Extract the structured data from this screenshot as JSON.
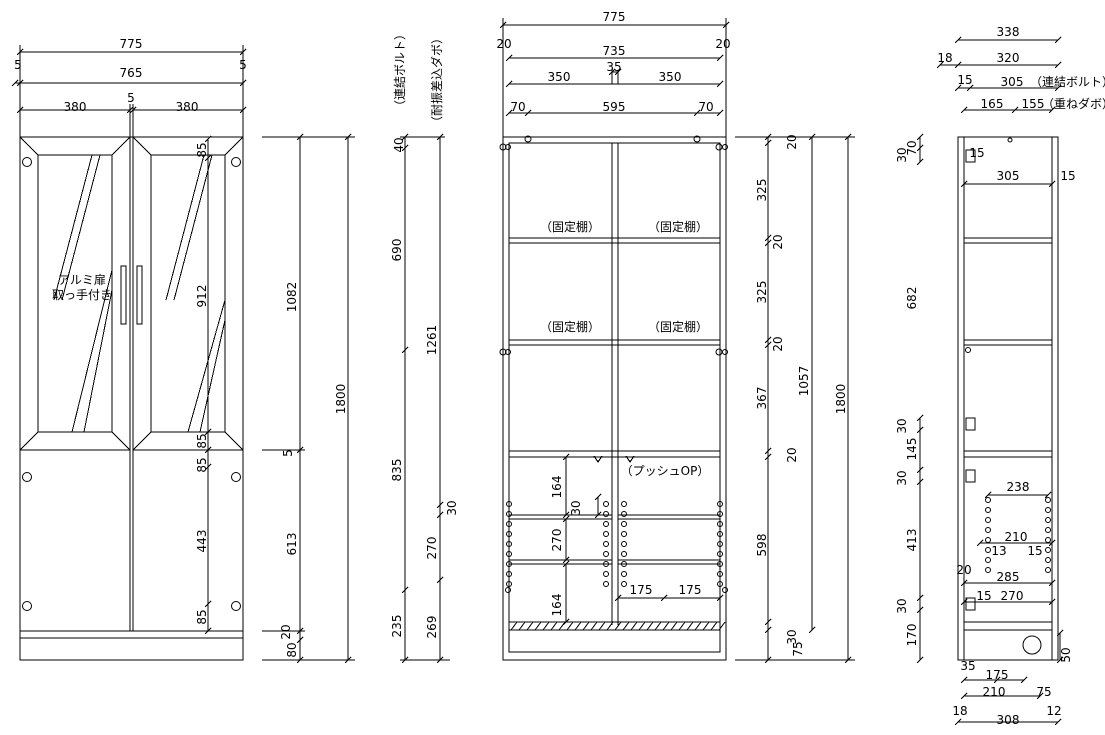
{
  "labels": {
    "door": [
      "アルミ扉",
      "取っ手付き"
    ],
    "col_bolt": "（連結ボルト）",
    "col_dowel": "（耐振差込ダボ）",
    "fixed_shelf": "（固定棚）",
    "push_open": "（プッシュOP）",
    "side_bolt": "（連結ボルト）",
    "side_stack": "（重ねダボ）"
  },
  "front": {
    "w775": "775",
    "w765": "765",
    "l5": "5",
    "r5": "5",
    "c5": "5",
    "w380a": "380",
    "w380b": "380",
    "h85a": "85",
    "h912": "912",
    "h85b": "85",
    "h85c": "85",
    "h443": "443",
    "h85d": "85",
    "h1082": "1082",
    "m5": "5",
    "h613": "613",
    "h20": "20",
    "h80": "80",
    "h1800": "1800"
  },
  "mid": {
    "h40": "40",
    "h690": "690",
    "h1261": "1261",
    "h835": "835",
    "h30": "30",
    "h270": "270",
    "h235": "235",
    "h269": "269"
  },
  "interior": {
    "w775": "775",
    "l20": "20",
    "r20": "20",
    "w735": "735",
    "w35": "35",
    "w350a": "350",
    "w350b": "350",
    "w70a": "70",
    "w595": "595",
    "w70b": "70",
    "h164a": "164",
    "h30": "30",
    "h270": "270",
    "h164b": "164",
    "w175a": "175",
    "w175b": "175",
    "r20a": "20",
    "r325a": "325",
    "r20b": "20",
    "r325b": "325",
    "r20c": "20",
    "r367": "367",
    "r20d": "20",
    "r598": "598",
    "r30": "30",
    "r75": "75",
    "r1057": "1057",
    "r1800": "1800"
  },
  "side": {
    "w338": "338",
    "w18": "18",
    "w320": "320",
    "w15": "15",
    "w305": "305",
    "w165": "165",
    "w155": "155",
    "t15a": "15",
    "t305": "305",
    "t15b": "15",
    "h30a": "30",
    "h70": "70",
    "h682": "682",
    "h30b": "30",
    "h145": "145",
    "h30c": "30",
    "h413": "413",
    "h30d": "30",
    "h170": "170",
    "w238": "238",
    "w210": "210",
    "w13": "13",
    "w15b": "15",
    "w20": "20",
    "w285": "285",
    "w15c": "15",
    "w270": "270",
    "h50": "50",
    "b35": "35",
    "b175": "175",
    "b210": "210",
    "b75": "75",
    "b18": "18",
    "b12": "12",
    "b308": "308"
  }
}
